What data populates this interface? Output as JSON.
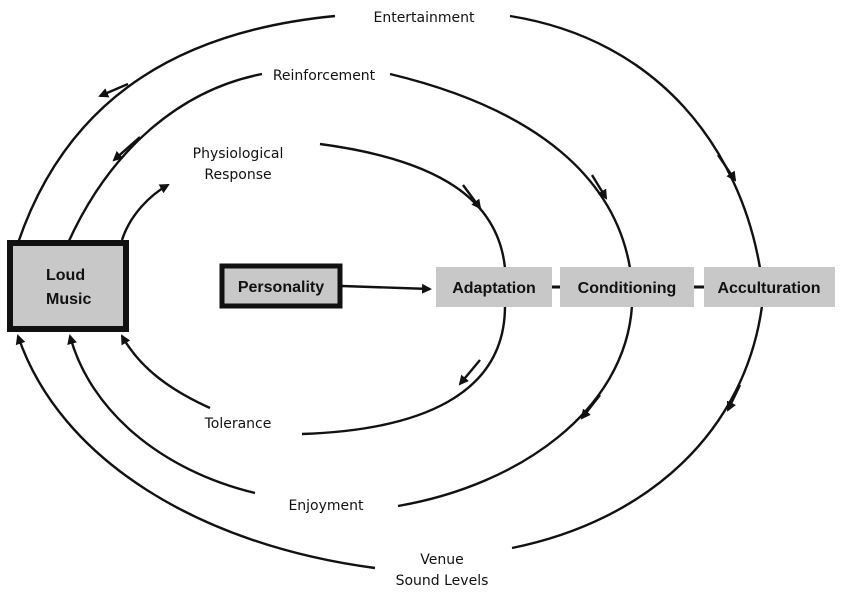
{
  "nodes": {
    "loud_music": {
      "line1": "Loud",
      "line2": "Music"
    },
    "personality": "Personality",
    "adaptation": "Adaptation",
    "conditioning": "Conditioning",
    "acculturation": "Acculturation"
  },
  "labels": {
    "entertainment": "Entertainment",
    "reinforcement": "Reinforcement",
    "physiological_line1": "Physiological",
    "physiological_line2": "Response",
    "tolerance": "Tolerance",
    "enjoyment": "Enjoyment",
    "venue_line1": "Venue",
    "venue_line2": "Sound Levels"
  },
  "colors": {
    "box_fill": "#c8c8c8",
    "stroke": "#111111"
  }
}
